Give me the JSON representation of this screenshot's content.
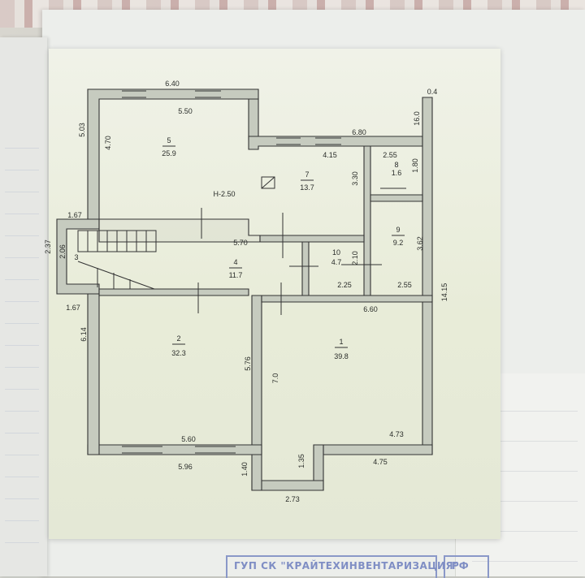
{
  "plan": {
    "dimensions": {
      "top_left_width": "6.40",
      "room5_width": "5.50",
      "left_outer_height": "5.03",
      "room5_height": "4.70",
      "top_right_width": "6.80",
      "right_outer_width": "0.4",
      "right_outer_height": "16.0",
      "room7_width": "4.15",
      "room7_height": "3.30",
      "room8_width": "2.55",
      "room8_height": "1.80",
      "left_step": "1.67",
      "stairs_height": "2.37",
      "stairs_inner": "2.06",
      "hall_width": "5.70",
      "room9_height": "3.62",
      "room10_height": "2.10",
      "room10_width": "2.25",
      "room9_width": "2.55",
      "left_step_lower": "1.67",
      "lower_left_height": "6.14",
      "room1_width": "6.60",
      "right_total_height": "14.15",
      "room2_height": "5.76",
      "room1_height": "7.0",
      "room2_width": "5.60",
      "room1_inner_width": "4.73",
      "bottom_left_width": "5.96",
      "bottom_right_width": "4.75",
      "niche_depth": "1.35",
      "niche_left": "1.40",
      "niche_width": "2.73"
    },
    "rooms": [
      {
        "number": "5",
        "area": "25.9"
      },
      {
        "number": "7",
        "area": "13.7"
      },
      {
        "number": "8",
        "area": "1.6"
      },
      {
        "number": "9",
        "area": "9.2"
      },
      {
        "number": "10",
        "area": "4.7"
      },
      {
        "number": "4",
        "area": "11.7"
      },
      {
        "number": "3",
        "area": ""
      },
      {
        "number": "2",
        "area": "32.3"
      },
      {
        "number": "1",
        "area": "39.8"
      }
    ],
    "ceiling_height": "H-2.50"
  },
  "stamp": {
    "org_text": "ГУП СК \"КРАЙТЕХИНВЕНТАРИЗАЦИЯ\"",
    "side_text": "РФ"
  }
}
